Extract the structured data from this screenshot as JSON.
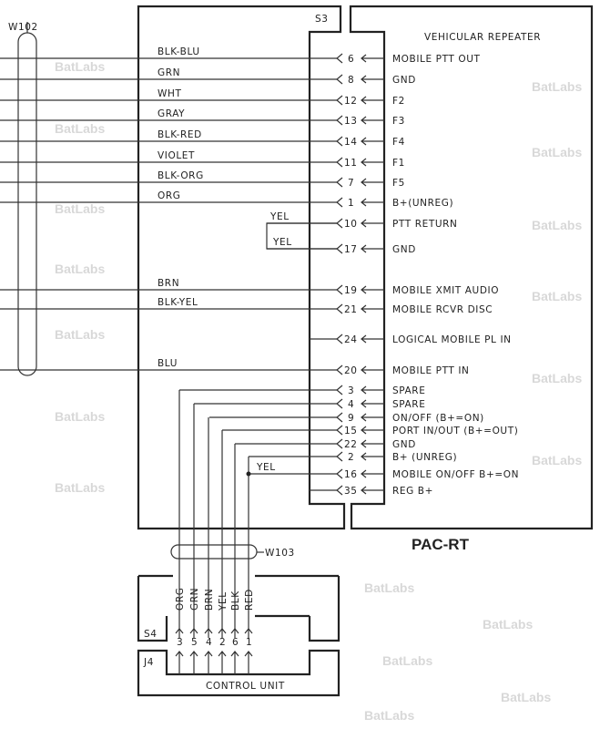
{
  "watermark": "BatLabs",
  "cable_w102": "W102",
  "cable_w103": "W103",
  "connector_s3": "S3",
  "repeater_title": "VEHICULAR REPEATER",
  "unit_name": "PAC-RT",
  "rows": [
    {
      "wire": "BLK-BLU",
      "pin": "6",
      "signal": "MOBILE PTT OUT"
    },
    {
      "wire": "GRN",
      "pin": "8",
      "signal": "GND"
    },
    {
      "wire": "WHT",
      "pin": "12",
      "signal": "F2"
    },
    {
      "wire": "GRAY",
      "pin": "13",
      "signal": "F3"
    },
    {
      "wire": "BLK-RED",
      "pin": "14",
      "signal": "F4"
    },
    {
      "wire": "VIOLET",
      "pin": "11",
      "signal": "F1"
    },
    {
      "wire": "BLK-ORG",
      "pin": "7",
      "signal": "F5"
    },
    {
      "wire": "ORG",
      "pin": "1",
      "signal": "B+(UNREG)"
    },
    {
      "wire": "YEL",
      "pin": "10",
      "signal": "PTT RETURN"
    },
    {
      "wire": "YEL",
      "pin": "17",
      "signal": "GND"
    },
    {
      "wire": "BRN",
      "pin": "19",
      "signal": "MOBILE XMIT AUDIO"
    },
    {
      "wire": "BLK-YEL",
      "pin": "21",
      "signal": "MOBILE RCVR DISC"
    },
    {
      "wire": "",
      "pin": "24",
      "signal": "LOGICAL MOBILE PL IN"
    },
    {
      "wire": "BLU",
      "pin": "20",
      "signal": "MOBILE PTT IN"
    },
    {
      "wire": "",
      "pin": "3",
      "signal": "SPARE"
    },
    {
      "wire": "",
      "pin": "4",
      "signal": "SPARE"
    },
    {
      "wire": "",
      "pin": "9",
      "signal": "ON/OFF (B+=ON)"
    },
    {
      "wire": "",
      "pin": "15",
      "signal": "PORT IN/OUT (B+=OUT)"
    },
    {
      "wire": "",
      "pin": "22",
      "signal": "GND"
    },
    {
      "wire": "",
      "pin": "2",
      "signal": "B+ (UNREG)"
    },
    {
      "wire": "YEL",
      "pin": "16",
      "signal": "MOBILE ON/OFF B+=ON"
    },
    {
      "wire": "",
      "pin": "35",
      "signal": "REG B+"
    }
  ],
  "connector_s4": "S4",
  "connector_j4": "J4",
  "control_unit": "CONTROL UNIT",
  "s4_wires": [
    {
      "color": "ORG",
      "pin": "3"
    },
    {
      "color": "GRN",
      "pin": "5"
    },
    {
      "color": "BRN",
      "pin": "4"
    },
    {
      "color": "YEL",
      "pin": "2"
    },
    {
      "color": "BLK",
      "pin": "6"
    },
    {
      "color": "RED",
      "pin": "1"
    }
  ]
}
